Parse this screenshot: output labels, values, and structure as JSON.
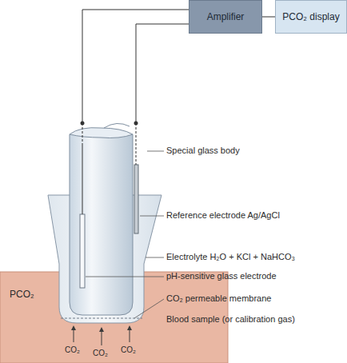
{
  "diagram": {
    "nodes": [
      {
        "text": [
          "Amplifier"
        ]
      },
      {
        "text": [
          "PCO₂ display"
        ]
      }
    ],
    "edges": [
      {
        "from": 0,
        "to": 1,
        "arrow": "none"
      }
    ],
    "labels": [
      "Special glass body",
      "Reference electrode Ag/AgCl",
      "Electrolyte H₂O + KCl + NaHCO₃",
      "pH-sensitive glass electrode",
      "CO₂ permeable membrane",
      "Blood sample (or calibration gas)",
      "PCO₂",
      "CO₂",
      "CO₂",
      "CO₂"
    ]
  }
}
